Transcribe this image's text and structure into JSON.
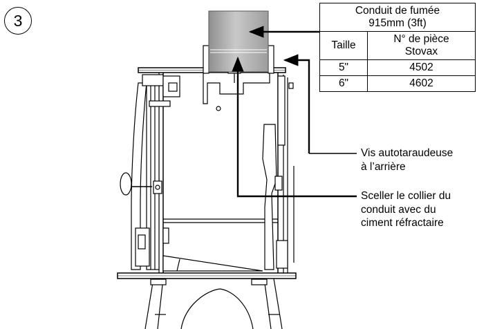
{
  "step": {
    "number": "3"
  },
  "parts_table": {
    "title_line1": "Conduit de fumée",
    "title_line2": "915mm (3ft)",
    "col_size": "Taille",
    "col_part_line1": "N° de pièce",
    "col_part_line2": "Stovax",
    "rows": [
      {
        "size": "5\"",
        "part": "4502"
      },
      {
        "size": "6\"",
        "part": "4602"
      }
    ]
  },
  "callouts": {
    "screw": {
      "line1": "Vis autotaraudeuse",
      "line2": "à l’arrière"
    },
    "seal": {
      "line1": "Sceller le collier du",
      "line2": "conduit avec du",
      "line3": "ciment réfractaire"
    }
  }
}
